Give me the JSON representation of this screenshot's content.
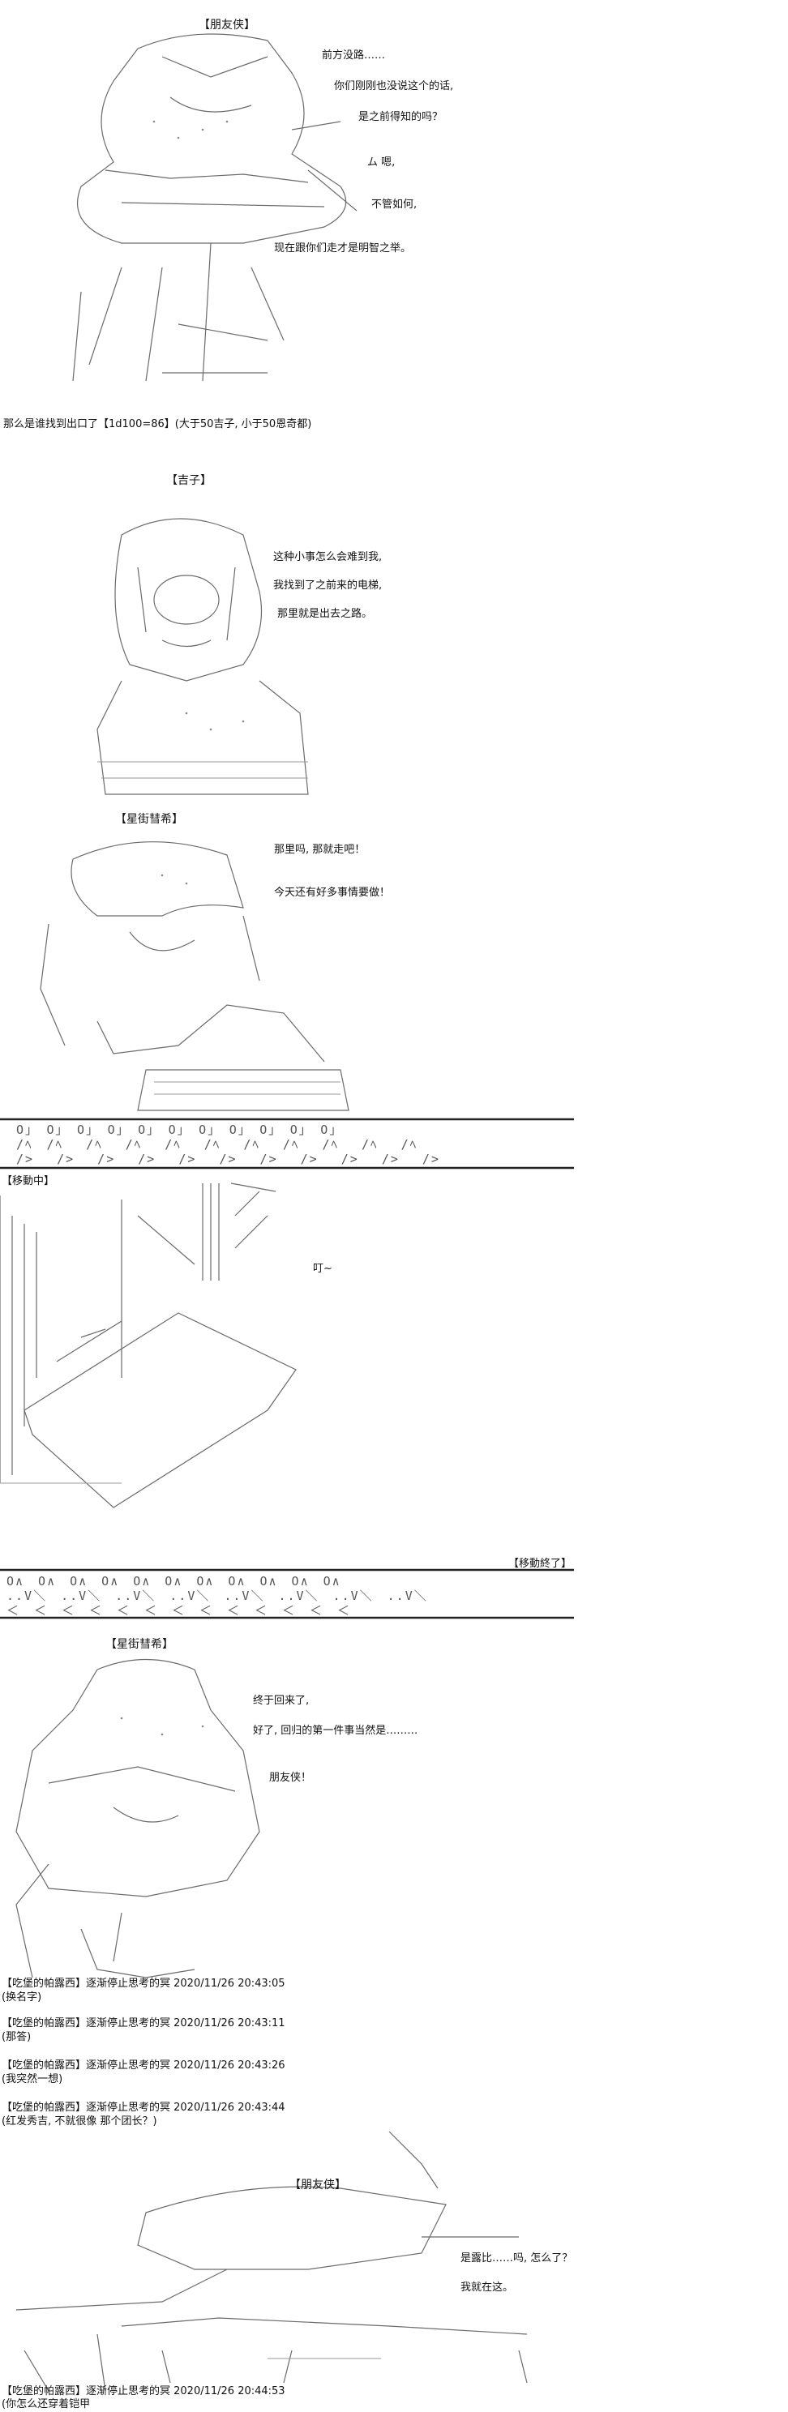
{
  "panel1": {
    "speaker": "【朋友侠】",
    "lines": [
      "前方没路……",
      "你们刚刚也没说这个的话,",
      "是之前得知的吗？",
      "ム 嗯,",
      "不管如何,",
      "现在跟你们走才是明智之举。"
    ]
  },
  "narration1": "那么是谁找到出口了【1d100=86】(大于50吉子, 小于50恩奇都)",
  "panel2": {
    "speaker": "【吉子】",
    "lines": [
      "这种小事怎么会难到我,",
      "我找到了之前来的电梯,",
      "那里就是出去之路。"
    ]
  },
  "panel3": {
    "speaker": "【星街彗希】",
    "lines": [
      "那里吗, 那就走吧！",
      "今天还有好多事情要做！"
    ]
  },
  "moving_start": "【移動中】",
  "panel4": {
    "sound": "叮~"
  },
  "moving_end": "【移動終了】",
  "panel5": {
    "speaker": "【星街彗希】",
    "lines": [
      "终于回来了,",
      "好了, 回归的第一件事当然是………",
      "朋友侠！"
    ]
  },
  "comments": [
    {
      "header": "【吃堡的帕露西】逐渐停止思考的冥 2020/11/26 20:43:05",
      "body": "(换名字)"
    },
    {
      "header": "【吃堡的帕露西】逐渐停止思考的冥 2020/11/26 20:43:11",
      "body": "(那答)"
    },
    {
      "header": "【吃堡的帕露西】逐渐停止思考的冥 2020/11/26 20:43:26",
      "body": "(我突然一想)"
    },
    {
      "header": "【吃堡的帕露西】逐渐停止思考的冥 2020/11/26 20:43:44",
      "body": "(红发秀吉, 不就很像 那个团长？)"
    }
  ],
  "panel6": {
    "speaker": "【朋友侠】",
    "lines": [
      "是露比……吗, 怎么了？",
      "我就在这。"
    ]
  },
  "final_comment": {
    "header": "【吃堡的帕露西】逐渐停止思考的冥 2020/11/26 20:44:53",
    "body": "(你怎么还穿着铠甲"
  },
  "deco": {
    "walk_row1": "O」　O」　O」　O」　O」　O」　O」　O」　O」　O」　O」",
    "walk_row2": "/ﾍ　/ﾍ　 /ﾍ　 /ﾍ　 /ﾍ　 /ﾍ　 /ﾍ　 /ﾍ　 /ﾍ　 /ﾍ　 /ﾍ",
    "walk_row3": "/>　 />　 />　 />　 />　 />　 />　 />　 />　 />　 />",
    "back_row1": "O∧　O∧　O∧　O∧　O∧　O∧　O∧　O∧　O∧　O∧　O∧",
    "back_row2": "..V＼　..V＼　..V＼　..V＼　..V＼　..V＼　..V＼　..V＼",
    "back_row3": "＜　＜　＜　＜　＜　＜　＜　＜　＜　＜　＜　＜　＜"
  }
}
